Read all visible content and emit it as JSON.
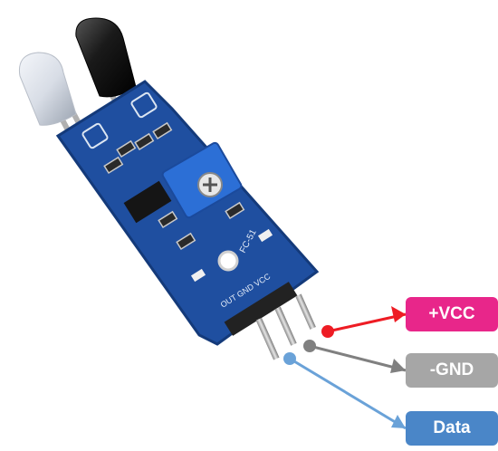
{
  "module": {
    "silk_labels": {
      "pins": "OUT GND VCC",
      "ref": "FC-51"
    }
  },
  "pins": [
    {
      "id": "vcc",
      "label": "+VCC",
      "color": "#e8268a",
      "wire_color": "#ee1c24"
    },
    {
      "id": "gnd",
      "label": "-GND",
      "color": "#a6a6a6",
      "wire_color": "#808080"
    },
    {
      "id": "data",
      "label": "Data",
      "color": "#4a86c8",
      "wire_color": "#6aa2d8"
    }
  ],
  "colors": {
    "pcb": "#1f4fa0",
    "pcb_dark": "#143a7a",
    "header": "#222222",
    "pot": "#2c6fd6"
  }
}
